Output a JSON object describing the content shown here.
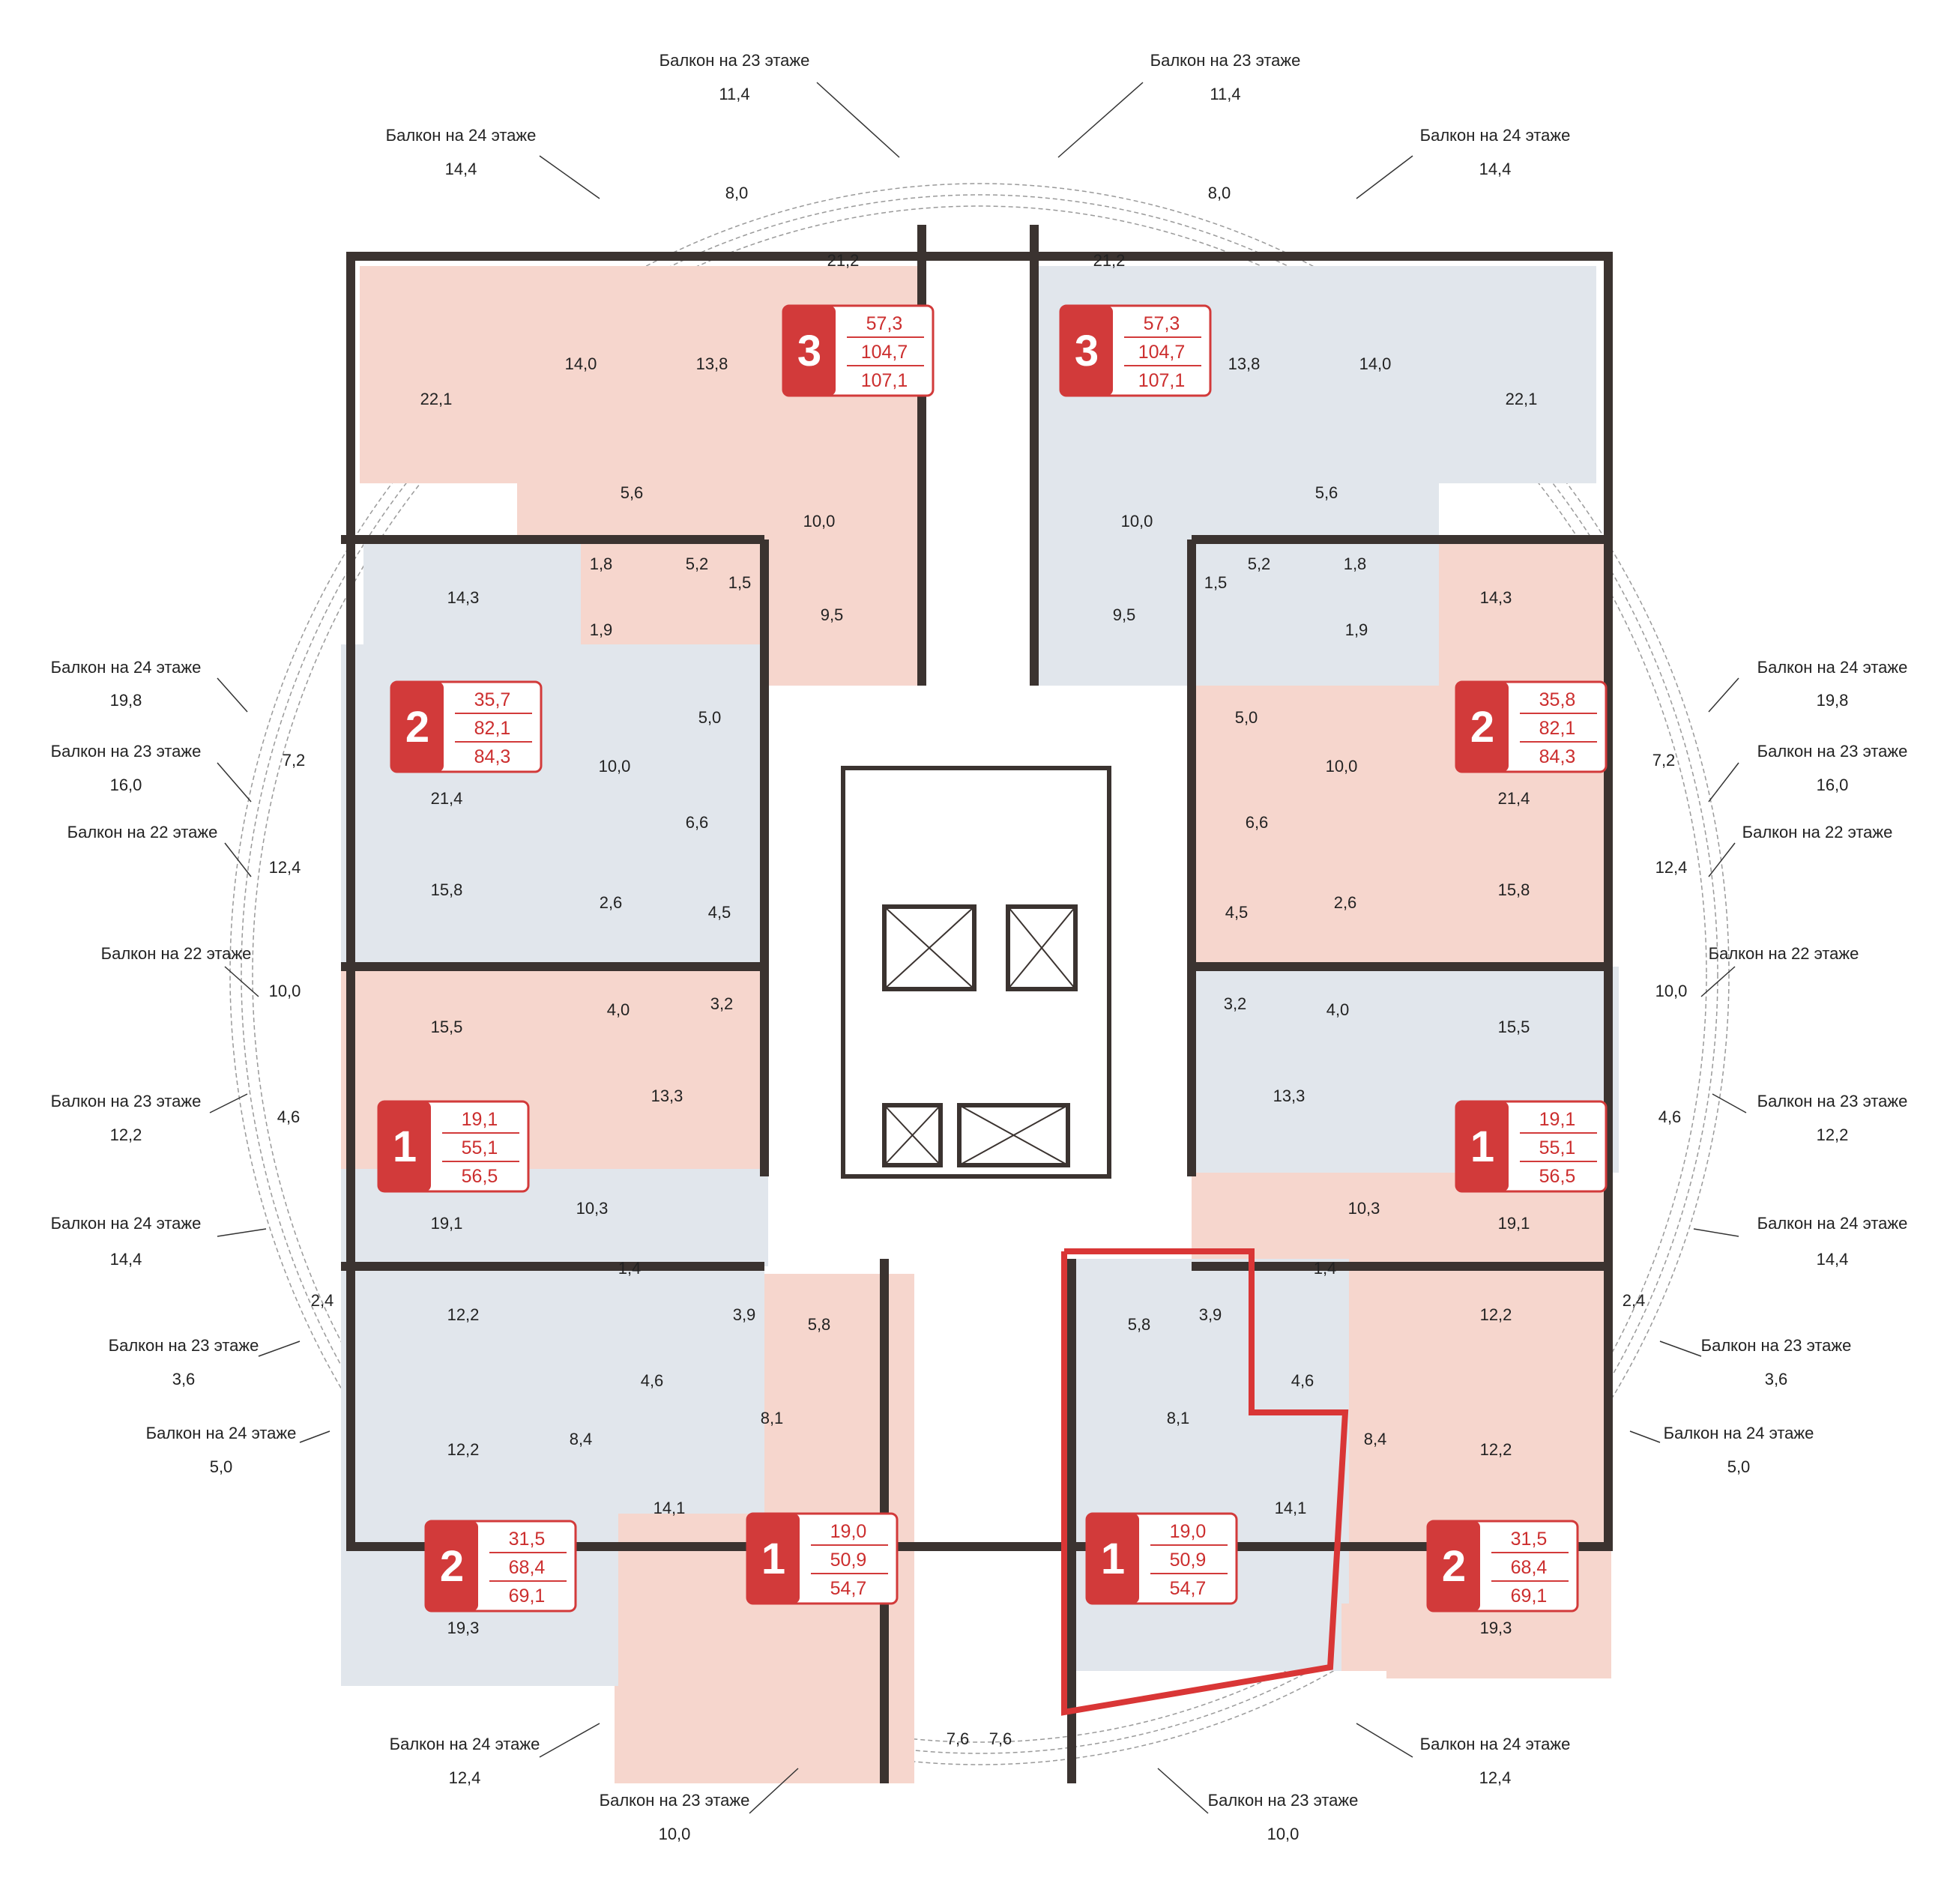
{
  "colors": {
    "pink": "#f6d6cd",
    "blue": "#e1e6ec",
    "wall": "#3b3330",
    "badge": "#d23a3a",
    "highlight": "#d93636"
  },
  "apartments": [
    {
      "rooms": "3",
      "values": [
        "57,3",
        "104,7",
        "107,1"
      ]
    },
    {
      "rooms": "3",
      "values": [
        "57,3",
        "104,7",
        "107,1"
      ]
    },
    {
      "rooms": "2",
      "values": [
        "35,7",
        "82,1",
        "84,3"
      ]
    },
    {
      "rooms": "2",
      "values": [
        "35,8",
        "82,1",
        "84,3"
      ]
    },
    {
      "rooms": "1",
      "values": [
        "19,1",
        "55,1",
        "56,5"
      ]
    },
    {
      "rooms": "1",
      "values": [
        "19,1",
        "55,1",
        "56,5"
      ]
    },
    {
      "rooms": "2",
      "values": [
        "31,5",
        "68,4",
        "69,1"
      ]
    },
    {
      "rooms": "1",
      "values": [
        "19,0",
        "50,9",
        "54,7"
      ]
    },
    {
      "rooms": "1",
      "values": [
        "19,0",
        "50,9",
        "54,7"
      ]
    },
    {
      "rooms": "2",
      "values": [
        "31,5",
        "68,4",
        "69,1"
      ]
    }
  ],
  "room_labels": [
    "22,1",
    "14,0",
    "13,8",
    "21,2",
    "5,6",
    "10,0",
    "1,8",
    "5,2",
    "1,5",
    "9,5",
    "21,2",
    "13,8",
    "14,0",
    "22,1",
    "10,0",
    "5,6",
    "1,5",
    "5,2",
    "1,8",
    "9,5",
    "14,3",
    "1,9",
    "10,0",
    "5,0",
    "6,6",
    "21,4",
    "15,8",
    "2,6",
    "4,5",
    "4,0",
    "3,2",
    "15,5",
    "13,3",
    "19,1",
    "10,3",
    "14,3",
    "1,9",
    "5,0",
    "10,0",
    "6,6",
    "21,4",
    "15,8",
    "4,5",
    "2,6",
    "3,2",
    "4,0",
    "15,5",
    "13,3",
    "19,1",
    "10,3",
    "1,4",
    "3,9",
    "5,8",
    "12,2",
    "4,6",
    "8,1",
    "8,4",
    "12,2",
    "14,1",
    "19,0",
    "19,3",
    "5,8",
    "3,9",
    "1,4",
    "4,6",
    "12,2",
    "8,1",
    "8,4",
    "14,1",
    "12,2",
    "19,0",
    "19,3"
  ],
  "balcony_area_labels": [
    "8,0",
    "8,0",
    "7,2",
    "7,2",
    "4,6",
    "4,6",
    "2,4",
    "2,4",
    "7,6",
    "7,6"
  ],
  "balconies": [
    {
      "label": "Балкон на 23 этаже",
      "value": "11,4"
    },
    {
      "label": "Балкон на 23 этаже",
      "value": "11,4"
    },
    {
      "label": "Балкон на 24 этаже",
      "value": "14,4"
    },
    {
      "label": "Балкон на 24 этаже",
      "value": "14,4"
    },
    {
      "label": "Балкон на 24 этаже",
      "value": "19,8"
    },
    {
      "label": "Балкон на 24 этаже",
      "value": "19,8"
    },
    {
      "label": "Балкон на 23 этаже",
      "value": "16,0"
    },
    {
      "label": "Балкон на 23 этаже",
      "value": "16,0"
    },
    {
      "label": "Балкон на 22 этаже",
      "value": "12,4"
    },
    {
      "label": "Балкон на 22 этаже",
      "value": "12,4"
    },
    {
      "label": "Балкон на 22 этаже",
      "value": "10,0"
    },
    {
      "label": "Балкон на 22 этаже",
      "value": "10,0"
    },
    {
      "label": "Балкон на 23 этаже",
      "value": "12,2"
    },
    {
      "label": "Балкон на 23 этаже",
      "value": "12,2"
    },
    {
      "label": "Балкон на 24 этаже",
      "value": "14,4"
    },
    {
      "label": "Балкон на 24 этаже",
      "value": "14,4"
    },
    {
      "label": "Балкон на 23 этаже",
      "value": "3,6"
    },
    {
      "label": "Балкон на 23 этаже",
      "value": "3,6"
    },
    {
      "label": "Балкон на 24 этаже",
      "value": "5,0"
    },
    {
      "label": "Балкон на 24 этаже",
      "value": "5,0"
    },
    {
      "label": "Балкон на 24 этаже",
      "value": "12,4"
    },
    {
      "label": "Балкон на 24 этаже",
      "value": "12,4"
    },
    {
      "label": "Балкон на 23 этаже",
      "value": "10,0"
    },
    {
      "label": "Балкон на 23 этаже",
      "value": "10,0"
    }
  ]
}
